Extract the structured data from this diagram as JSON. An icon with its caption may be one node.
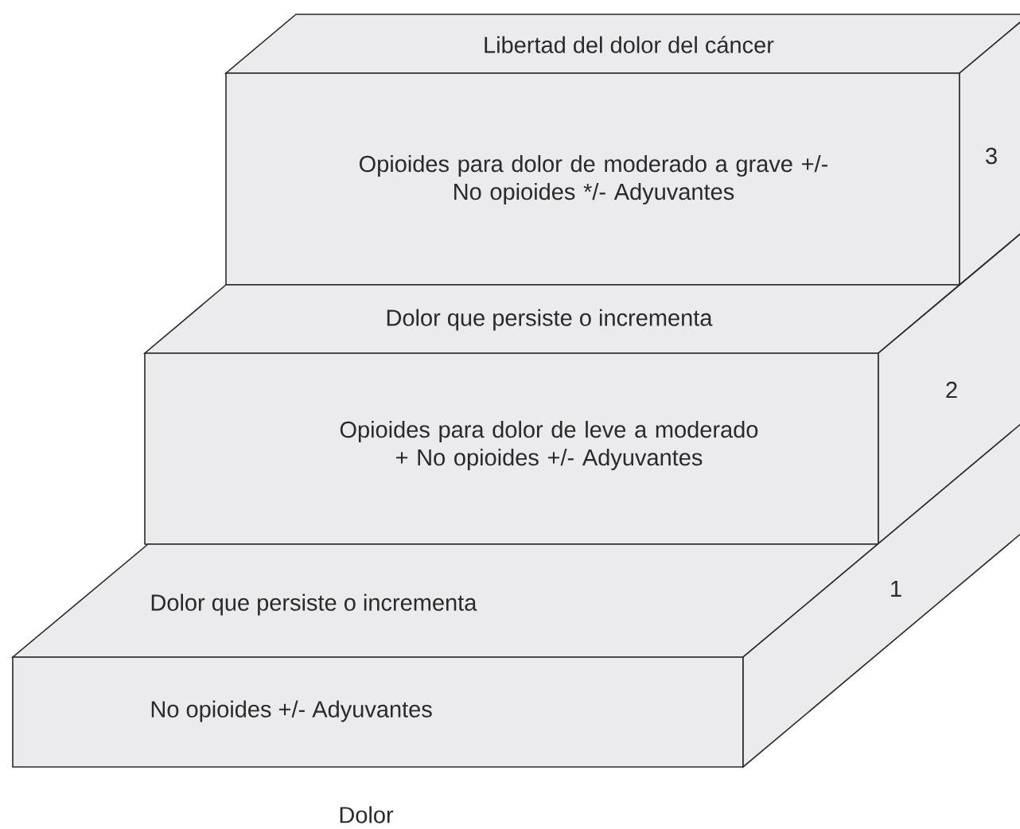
{
  "diagram": {
    "nodes": [
      {
        "text": [
          "Libertad del dolor del cáncer"
        ]
      },
      {
        "text": [
          "Opioides para dolor de moderado a grave +/-",
          "No opioides */- Adyuvantes"
        ]
      },
      {
        "text": [
          "3"
        ]
      },
      {
        "text": [
          "Dolor que persiste o incrementa"
        ]
      },
      {
        "text": [
          "Opioides para dolor de leve a moderado + No opioides +/- Adyuvantes"
        ]
      },
      {
        "text": [
          "2"
        ]
      },
      {
        "text": [
          "Dolor que persiste o incrementa"
        ]
      },
      {
        "text": [
          "No opioides +/- Adyuvantes"
        ]
      },
      {
        "text": [
          "1"
        ]
      }
    ],
    "labels": [
      "Dolor"
    ]
  }
}
